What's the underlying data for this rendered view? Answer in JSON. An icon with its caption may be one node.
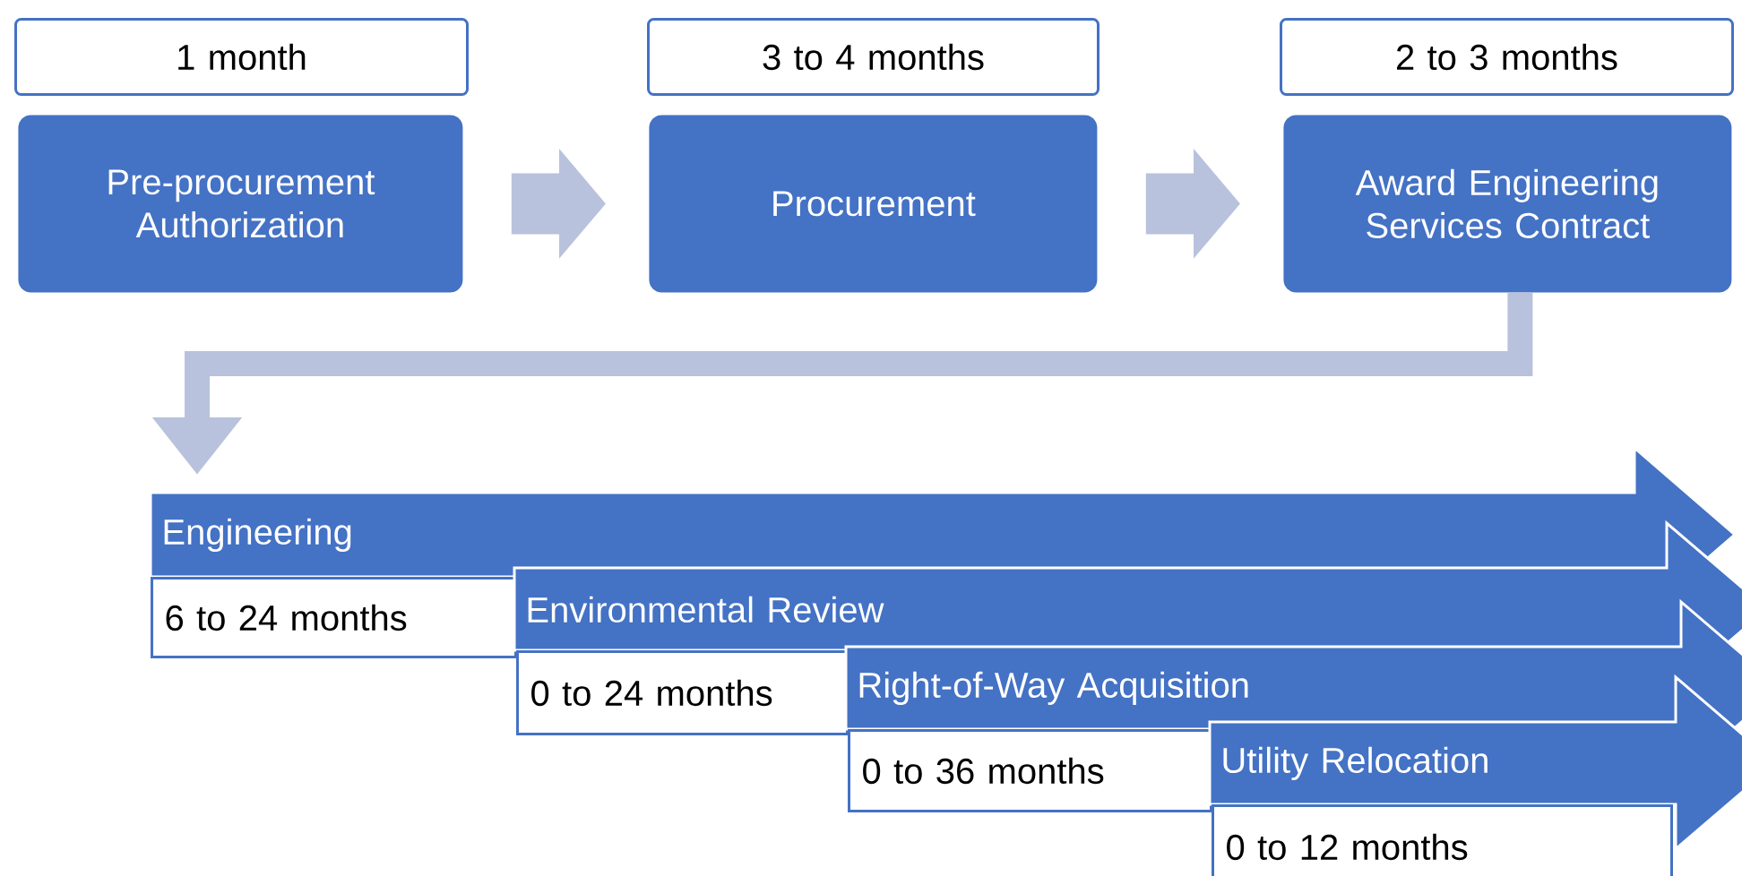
{
  "diagram": {
    "nodes": [
      {
        "text": [
          "1 month"
        ]
      },
      {
        "text": [
          "3 to 4 months"
        ]
      },
      {
        "text": [
          "2 to 3 months"
        ]
      },
      {
        "text": [
          "Pre-procurement Authorization"
        ]
      },
      {
        "text": [
          "Procurement"
        ]
      },
      {
        "text": [
          "Award Engineering Services Contract"
        ]
      },
      {
        "text": [
          "Engineering"
        ]
      },
      {
        "text": [
          "6 to 24 months"
        ]
      },
      {
        "text": [
          "Environmental Review"
        ]
      },
      {
        "text": [
          "0 to 24 months"
        ]
      },
      {
        "text": [
          "Right-of-Way Acquisition"
        ]
      },
      {
        "text": [
          "0 to 36 months"
        ]
      },
      {
        "text": [
          "Utility Relocation"
        ]
      },
      {
        "text": [
          "0 to 12 months"
        ]
      }
    ],
    "edges": [
      {
        "from": 3,
        "to": 4,
        "arrow": "to"
      },
      {
        "from": 4,
        "to": 5,
        "arrow": "to"
      },
      {
        "from": 5,
        "to": 6,
        "arrow": "to"
      }
    ]
  }
}
